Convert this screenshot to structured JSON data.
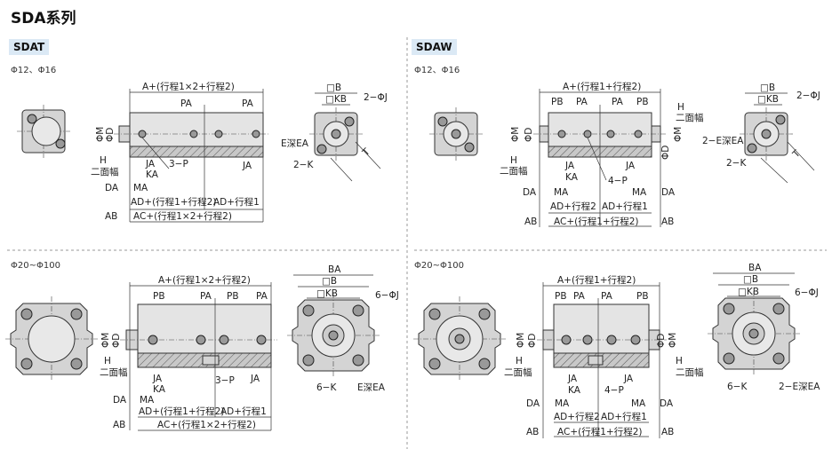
{
  "title": "SDA系列",
  "sections": {
    "left": "SDAT",
    "right": "SDAW"
  },
  "sizes": {
    "small": "Φ12、Φ16",
    "large": "Φ20~Φ100"
  },
  "labels": {
    "a_x2": "A+(行程1×2+行程2)",
    "a_sum": "A+(行程1+行程2)",
    "ac_x2": "AC+(行程1×2+行程2)",
    "ac_sum": "AC+(行程1+行程2)",
    "ad_sum": "AD+(行程1+行程2)",
    "ad1": "AD+行程1",
    "ad2": "AD+行程2",
    "pa": "PA",
    "pb": "PB",
    "h": "H",
    "flats": "二面幅",
    "ja": "JA",
    "ka": "KA",
    "da": "DA",
    "ma": "MA",
    "ab": "AB",
    "p3": "3−P",
    "p4": "4−P",
    "b": "□B",
    "kb": "□KB",
    "ba": "BA",
    "j2": "2−ΦJ",
    "j6": "6−ΦJ",
    "e": "E深EA",
    "e2": "2−E深EA",
    "k2": "2−K",
    "k6": "6−K",
    "t": "T",
    "m": "ΦM",
    "d": "ΦD"
  }
}
